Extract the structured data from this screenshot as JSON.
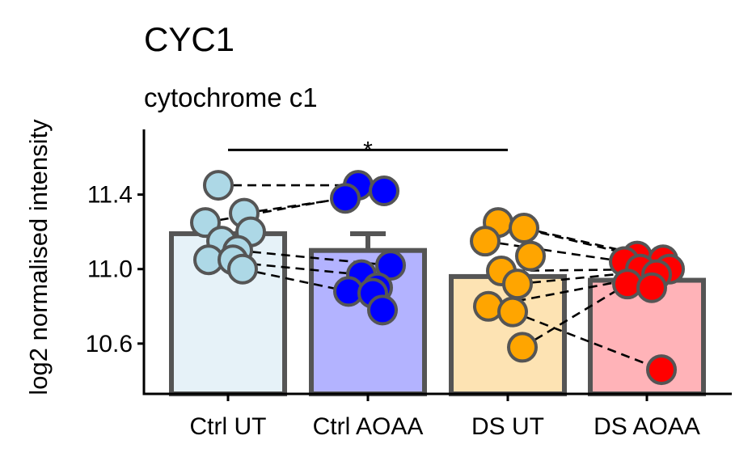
{
  "chart_data": {
    "type": "bar",
    "title": "CYC1",
    "subtitle": "cytochrome c1",
    "ylabel": "log2 normalised intensity",
    "xlabel": "",
    "categories": [
      "Ctrl UT",
      "Ctrl AOAA",
      "DS UT",
      "DS AOAA"
    ],
    "bar_fill": [
      "#e6f2f8",
      "#b3b3ff",
      "#fde3b3",
      "#ffb3b8"
    ],
    "point_fill": [
      "#add8e6",
      "#0000ff",
      "#ffa500",
      "#ff0000"
    ],
    "edge_color": "#555555",
    "means": [
      11.19,
      11.1,
      10.96,
      10.94
    ],
    "error_upper": [
      null,
      11.19,
      null,
      null
    ],
    "points": [
      [
        11.45,
        11.3,
        11.25,
        11.2,
        11.15,
        11.1,
        11.05,
        11.05,
        11.0
      ],
      [
        11.45,
        11.42,
        11.38,
        11.02,
        10.97,
        10.9,
        10.88,
        10.87,
        10.78
      ],
      [
        11.25,
        11.22,
        11.15,
        11.07,
        10.99,
        10.92,
        10.8,
        10.77,
        10.58
      ],
      [
        11.07,
        11.05,
        11.04,
        11.0,
        11.0,
        10.97,
        10.92,
        10.9,
        10.46
      ]
    ],
    "pairs": [
      [
        [
          11.45,
          11.45
        ],
        [
          11.3,
          11.38
        ],
        [
          11.25,
          11.42
        ],
        [
          11.1,
          11.02
        ],
        [
          11.05,
          10.97
        ],
        [
          11.0,
          10.88
        ]
      ],
      [
        [
          11.25,
          11.07
        ],
        [
          11.22,
          11.05
        ],
        [
          11.15,
          11.04
        ],
        [
          10.99,
          11.0
        ],
        [
          10.92,
          11.0
        ],
        [
          10.8,
          10.97
        ],
        [
          10.77,
          10.46
        ],
        [
          10.58,
          10.92
        ]
      ]
    ],
    "significance": {
      "from": "Ctrl UT",
      "to": "DS UT",
      "label": "*",
      "y": 11.64
    },
    "ylim": [
      10.33,
      11.75
    ],
    "yticks": [
      10.6,
      11.0,
      11.4
    ],
    "ytick_labels": [
      "10.6",
      "11.0",
      "11.4"
    ],
    "grid": false,
    "legend": "none"
  }
}
